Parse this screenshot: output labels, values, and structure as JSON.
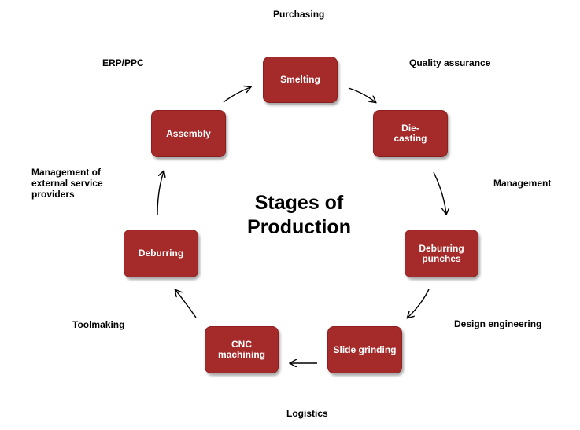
{
  "title": "Stages of\nProduction",
  "stages": {
    "smelting": "Smelting",
    "die_casting": "Die-\ncasting",
    "deburring_punches": "Deburring\npunches",
    "slide_grinding": "Slide grinding",
    "cnc_machining": "CNC\nmachining",
    "deburring": "Deburring",
    "assembly": "Assembly"
  },
  "labels": {
    "purchasing": "Purchasing",
    "quality_assurance": "Quality assurance",
    "management": "Management",
    "design_engineering": "Design engineering",
    "logistics": "Logistics",
    "toolmaking": "Toolmaking",
    "external_service_providers": "Management of\nexternal service\nproviders",
    "erp_ppc": "ERP/PPC"
  },
  "colors": {
    "stage_fill": "#a52a2a",
    "stage_text": "#ffffff",
    "arrow": "#000000"
  }
}
